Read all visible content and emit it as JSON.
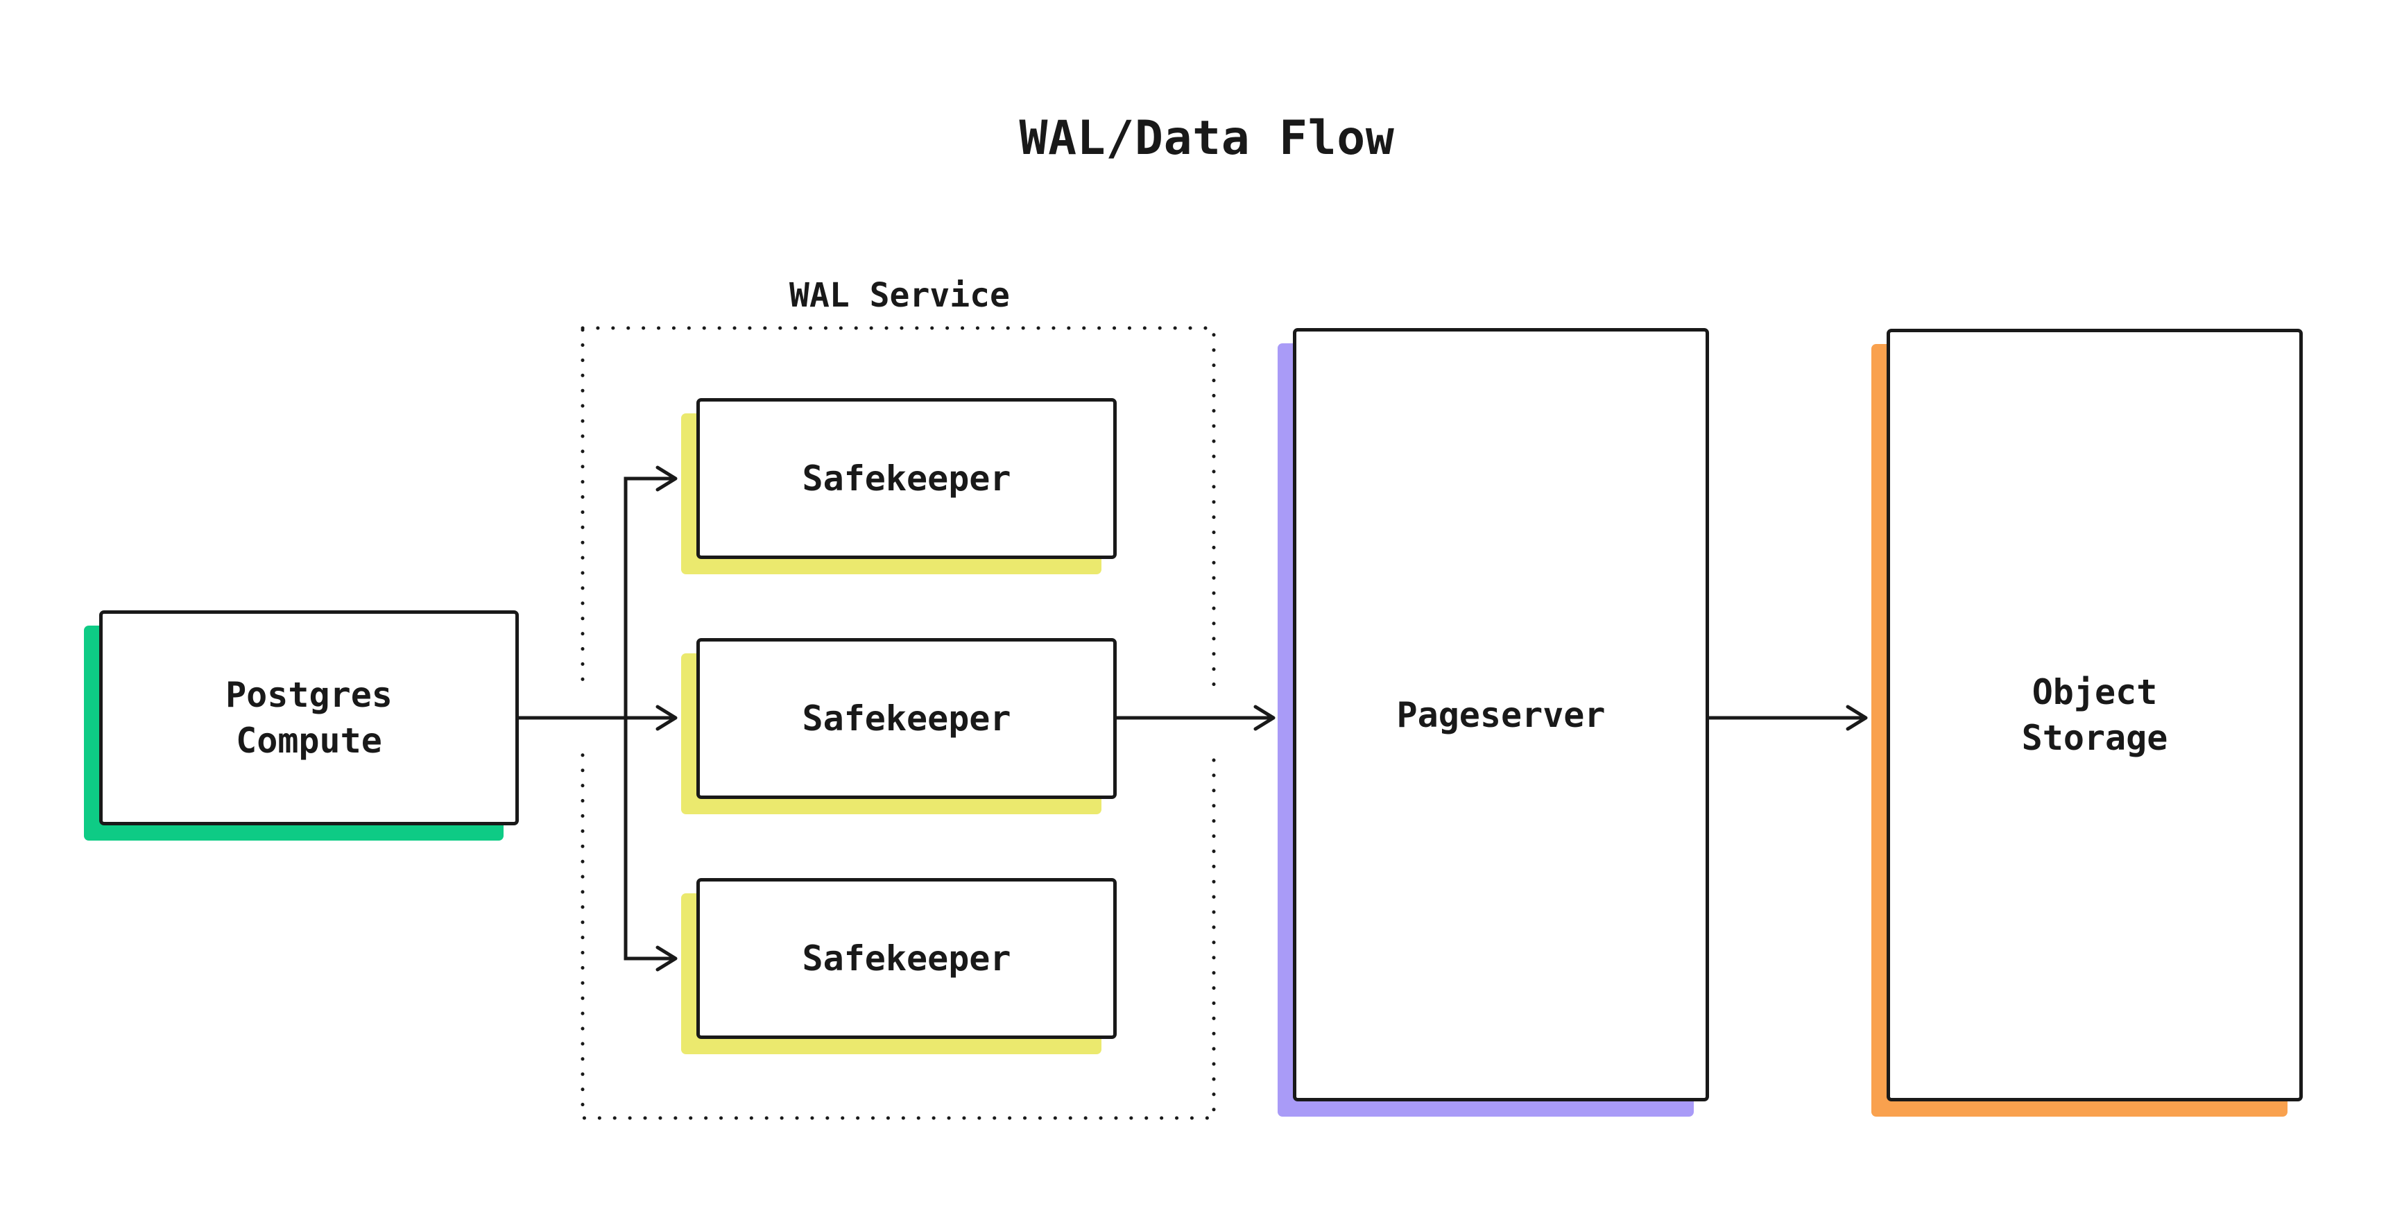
{
  "title": "WAL/Data Flow",
  "wal_service": {
    "label": "WAL Service",
    "safekeepers": [
      {
        "label": "Safekeeper"
      },
      {
        "label": "Safekeeper"
      },
      {
        "label": "Safekeeper"
      }
    ]
  },
  "nodes": {
    "postgres_compute": {
      "label": "Postgres\nCompute"
    },
    "pageserver": {
      "label": "Pageserver"
    },
    "object_storage": {
      "label": "Object\nStorage"
    }
  },
  "colors": {
    "ink": "#191919",
    "background": "#ffffff",
    "compute-shadow": "#0ECB85",
    "safekeeper-shadow": "#EBE96E",
    "pageserver-shadow": "#A99BF7",
    "object-storage-shadow": "#F9A14E"
  }
}
